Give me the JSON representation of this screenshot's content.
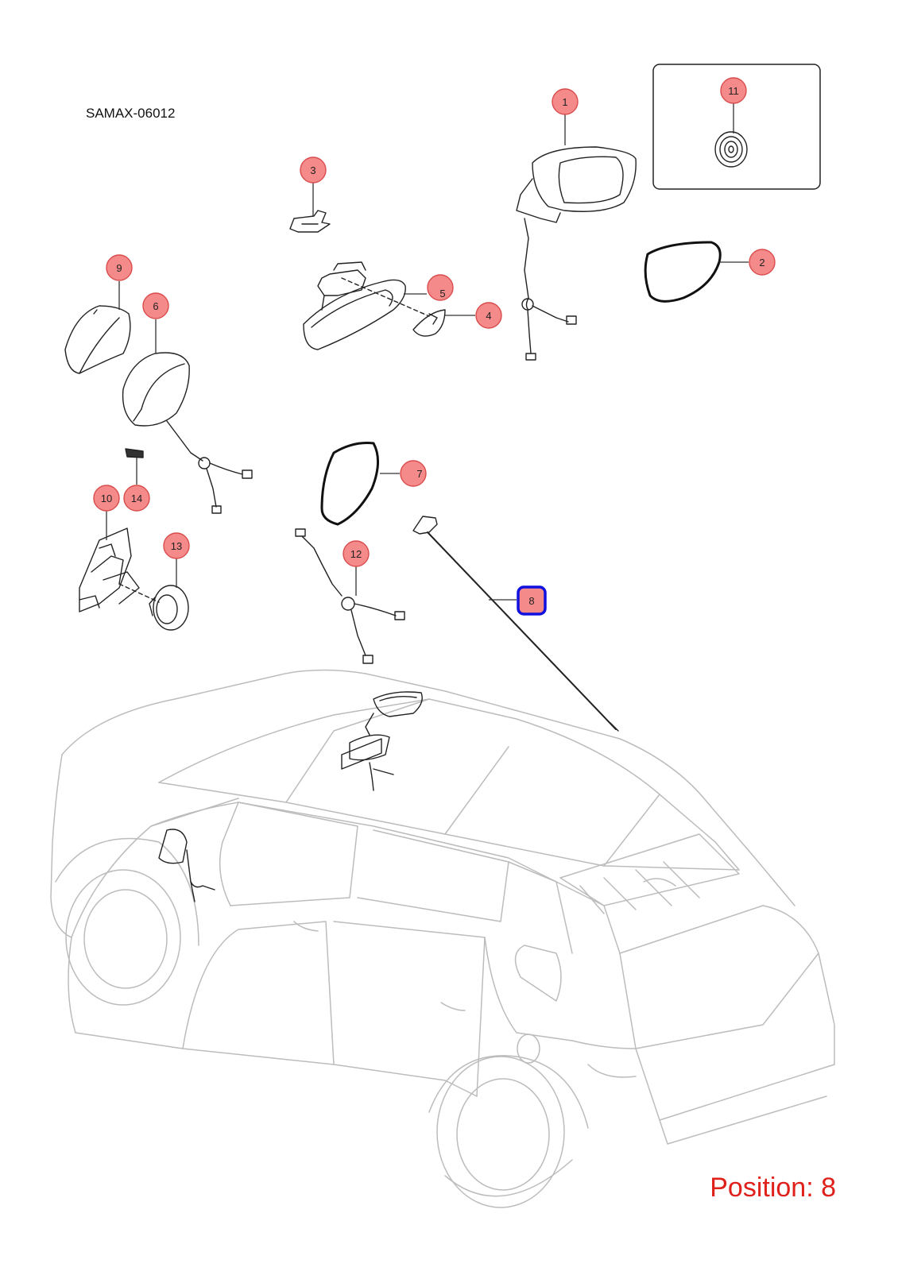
{
  "diagram": {
    "code": "SAMAX-06012",
    "position_label": "Position: 8",
    "selected": "8",
    "callouts": [
      {
        "id": "c1",
        "label": "1"
      },
      {
        "id": "c2",
        "label": "2"
      },
      {
        "id": "c3",
        "label": "3"
      },
      {
        "id": "c4",
        "label": "4"
      },
      {
        "id": "c5",
        "label": "5"
      },
      {
        "id": "c6",
        "label": "6"
      },
      {
        "id": "c7",
        "label": "7"
      },
      {
        "id": "c8",
        "label": "8"
      },
      {
        "id": "c9",
        "label": "9"
      },
      {
        "id": "c10",
        "label": "10"
      },
      {
        "id": "c11",
        "label": "11"
      },
      {
        "id": "c12",
        "label": "12"
      },
      {
        "id": "c13",
        "label": "13"
      },
      {
        "id": "c14",
        "label": "14"
      }
    ],
    "colors": {
      "callout_fill": "#f58a8a",
      "callout_stroke": "#d94b4b",
      "selected_outline": "#1010e0",
      "position_text": "#e0201b"
    }
  }
}
